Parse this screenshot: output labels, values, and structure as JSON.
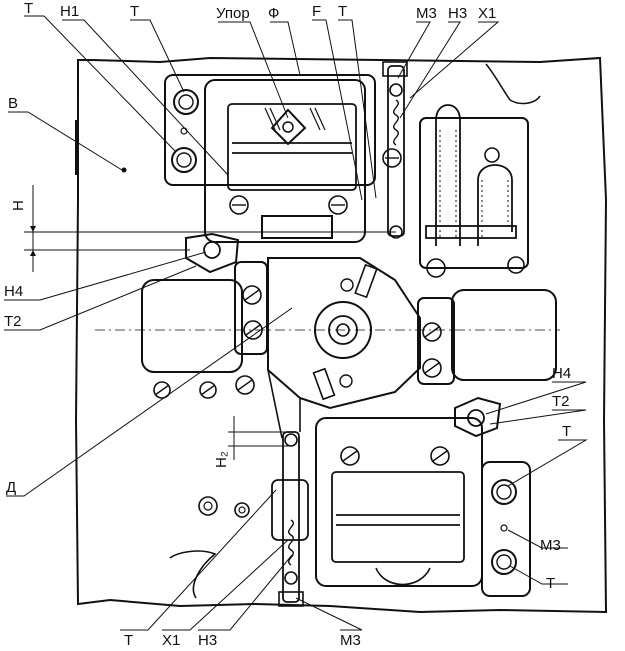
{
  "labels": {
    "t_top_left": "Т",
    "n1": "Н1",
    "t_top": "Т",
    "upor": "Упор",
    "phi": "Ф",
    "f": "F",
    "t_top_right": "Т",
    "m3_top": "М3",
    "n3_top": "Н3",
    "x1_top": "Х1",
    "v": "В",
    "h": "Н",
    "n4_left": "Н4",
    "t2_left": "Т2",
    "n4_right": "Н4",
    "t2_right": "Т2",
    "t_right_mid": "Т",
    "h2": "H₂",
    "d": "Д",
    "m3_right": "М3",
    "t_right_bottom": "Т",
    "t_bottom": "Т",
    "x1_bottom": "Х1",
    "n3_bottom": "Н3",
    "m3_bottom": "М3"
  }
}
